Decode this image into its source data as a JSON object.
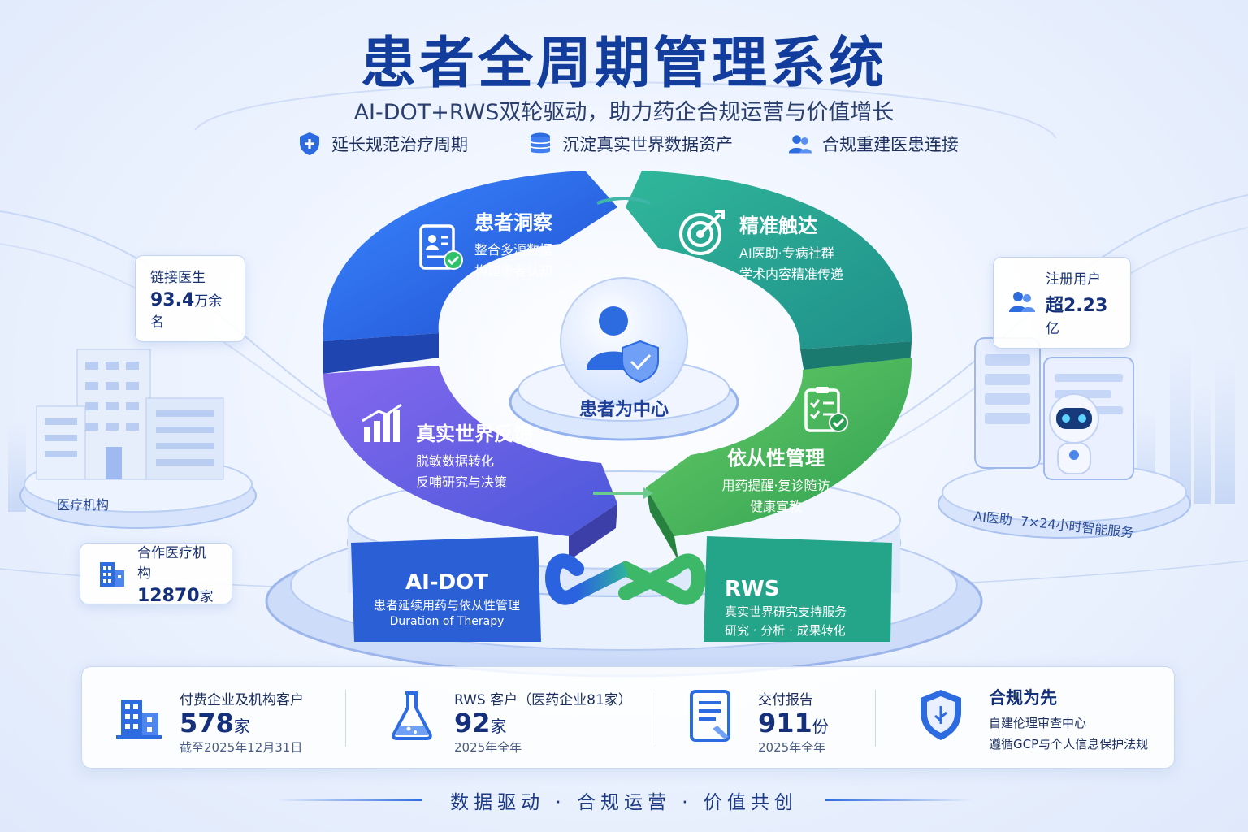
{
  "header": {
    "title": "患者全周期管理系统",
    "subtitle": "AI-DOT+RWS双轮驱动，助力药企合规运营与价值增长",
    "features": [
      {
        "icon": "shield-plus-icon",
        "label": "延长规范治疗周期"
      },
      {
        "icon": "database-icon",
        "label": "沉淀真实世界数据资产"
      },
      {
        "icon": "users-icon",
        "label": "合规重建医患连接"
      }
    ]
  },
  "left": {
    "doctors": {
      "label": "链接医生",
      "value": "93.4",
      "unit": "万余名"
    },
    "institution_base": "医疗机构",
    "partners": {
      "label": "合作医疗机构",
      "value": "12870",
      "unit": "家"
    }
  },
  "right": {
    "users": {
      "label": "注册用户",
      "value": "超2.23",
      "unit": "亿"
    },
    "ai_base": "AI医助  7×24小时智能服务"
  },
  "cycle": {
    "segments": [
      {
        "icon": "document-user-icon",
        "title": "患者洞察",
        "lines": [
          "整合多源数据",
          "构建患者认知"
        ],
        "color": "#2f6fe3"
      },
      {
        "icon": "target-icon",
        "title": "精准触达",
        "lines": [
          "AI医助·专病社群",
          "学术内容精准传递"
        ],
        "color": "#2fae93"
      },
      {
        "icon": "checklist-icon",
        "title": "依从性管理",
        "lines": [
          "用药提醒·复诊随访",
          "健康宣教"
        ],
        "color": "#4fbf55"
      },
      {
        "icon": "bar-chart-icon",
        "title": "真实世界反馈",
        "lines": [
          "脱敏数据转化",
          "反哺研究与决策"
        ],
        "color": "#6a5ae0"
      }
    ],
    "center": "患者为中心"
  },
  "pillars": {
    "aidot": {
      "title": "AI-DOT",
      "desc": "患者延续用药与依从性管理",
      "en": "Duration of Therapy"
    },
    "rws": {
      "title": "RWS",
      "desc": "真实世界研究支持服务",
      "sub": "研究 · 分析 · 成果转化"
    }
  },
  "stats": [
    {
      "icon": "building-icon",
      "label": "付费企业及机构客户",
      "value": "578",
      "unit": "家",
      "note": "截至2025年12月31日"
    },
    {
      "icon": "flask-icon",
      "label": "RWS 客户（医药企业81家）",
      "value": "92",
      "unit": "家",
      "note": "2025年全年"
    },
    {
      "icon": "report-icon",
      "label": "交付报告",
      "value": "911",
      "unit": "份",
      "note": "2025年全年"
    },
    {
      "icon": "shield-check-icon",
      "label": "合规为先",
      "lines": [
        "自建伦理审查中心",
        "遵循GCP与个人信息保护法规"
      ]
    }
  ],
  "slogan": "数据驱动 · 合规运营 · 价值共创"
}
